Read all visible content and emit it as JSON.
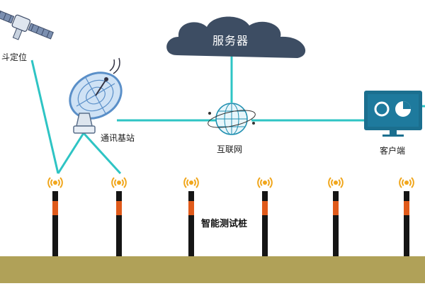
{
  "labels": {
    "satellite": "斗定位",
    "base_station": "通讯基站",
    "server": "服务器",
    "internet": "互联网",
    "client": "客户端",
    "test_pile": "智能测试桩"
  },
  "colors": {
    "line": "#2ec4c4",
    "cloud": "#3d4d63",
    "ground": "#b0a158",
    "pile_black": "#151515",
    "pile_orange": "#e05a1a",
    "wave": "#f0a61c",
    "monitor": "#1b6f8f",
    "dish": "#5a8fc8"
  },
  "icons": [
    "satellite-icon",
    "dish-antenna-icon",
    "cloud-icon",
    "globe-icon",
    "monitor-icon",
    "signal-wave-icon"
  ],
  "pile_count": 6
}
